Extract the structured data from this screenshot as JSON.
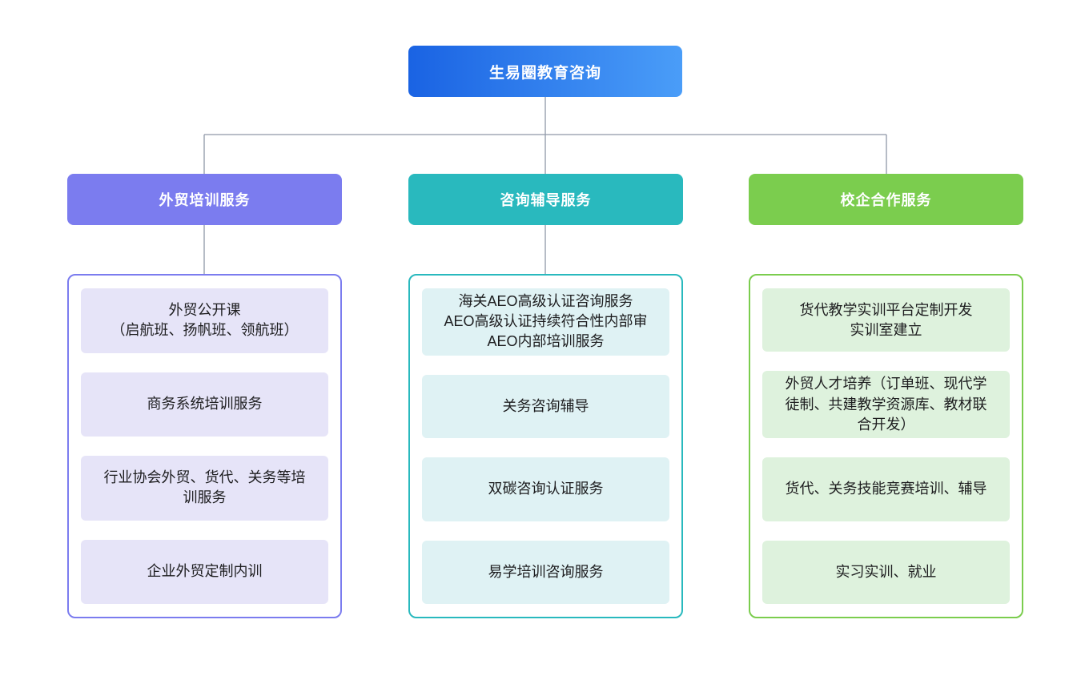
{
  "root": {
    "label": "生易圈教育咨询"
  },
  "colors": {
    "root_gradient_left": "#1a63e3",
    "root_gradient_right": "#4a9df8",
    "branch1": "#7b7cef",
    "branch2": "#29b9be",
    "branch3": "#7bcd4e",
    "item_bg1": "#e6e4f8",
    "item_bg2": "#dff2f4",
    "item_bg3": "#def2dd",
    "connector": "#8f98a8"
  },
  "branches": [
    {
      "label": "外贸培训服务",
      "items": [
        {
          "text": [
            "外贸公开课",
            "（启航班、扬帆班、领航班）"
          ]
        },
        {
          "text": "商务系统培训服务"
        },
        {
          "text": "行业协会外贸、货代、关务等培训服务"
        },
        {
          "text": "企业外贸定制内训"
        }
      ]
    },
    {
      "label": "咨询辅导服务",
      "items": [
        {
          "text": [
            "海关AEO高级认证咨询服务",
            "AEO高级认证持续符合性内部审",
            "AEO内部培训服务"
          ]
        },
        {
          "text": "关务咨询辅导"
        },
        {
          "text": "双碳咨询认证服务"
        },
        {
          "text": "易学培训咨询服务"
        }
      ]
    },
    {
      "label": "校企合作服务",
      "items": [
        {
          "text": [
            "货代教学实训平台定制开发",
            "实训室建立"
          ]
        },
        {
          "text": "外贸人才培养（订单班、现代学徒制、共建教学资源库、教材联合开发）"
        },
        {
          "text": "货代、关务技能竞赛培训、辅导"
        },
        {
          "text": "实习实训、就业"
        }
      ]
    }
  ]
}
